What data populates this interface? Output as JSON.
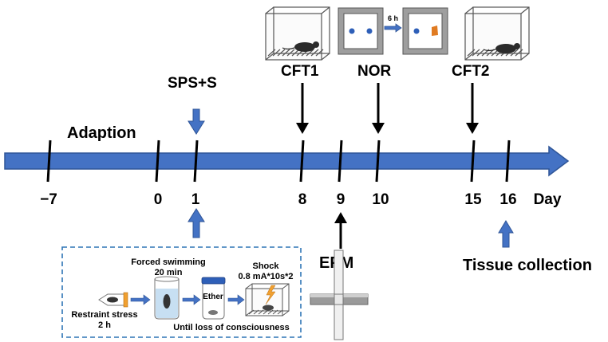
{
  "timeline": {
    "ticks": [
      "−7",
      "0",
      "1",
      "8",
      "9",
      "10",
      "15",
      "16"
    ],
    "unit_label": "Day"
  },
  "phases": {
    "adaption": "Adaption",
    "sps": "SPS+S",
    "cft1": "CFT1",
    "nor": "NOR",
    "nor_interval": "6 h",
    "cft2": "CFT2",
    "epm": "EPM",
    "tissue": "Tissue collection"
  },
  "sps_procedure": {
    "restraint_line1": "Restraint stress",
    "restraint_line2": "2 h",
    "swim_line1": "Forced swimming",
    "swim_line2": "20 min",
    "ether": "Ether",
    "ether_note": "Until loss of consciousness",
    "shock_line1": "Shock",
    "shock_line2": "0.8 mA*10s*2"
  },
  "colors": {
    "timeline_fill": "#4472c4",
    "timeline_stroke": "#2f5597",
    "dashed_box": "#2e75b6",
    "text": "#000000",
    "orange": "#e07b22"
  }
}
